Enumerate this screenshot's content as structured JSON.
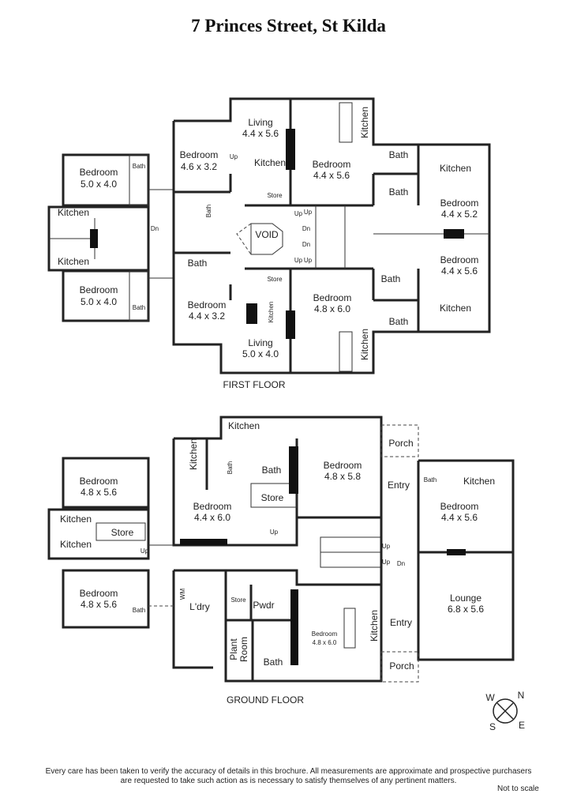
{
  "title": "7 Princes Street, St Kilda",
  "first_floor": {
    "label": "FIRST FLOOR",
    "rooms": [
      {
        "name": "Bedroom",
        "size": "5.0 x 4.0"
      },
      {
        "name": "Bath"
      },
      {
        "name": "Kitchen"
      },
      {
        "name": "Kitchen"
      },
      {
        "name": "Bedroom",
        "size": "5.0 x 4.0"
      },
      {
        "name": "Bath"
      },
      {
        "name": "Bedroom",
        "size": "4.6 x 3.2"
      },
      {
        "name": "Living",
        "size": "4.4 x 5.6"
      },
      {
        "name": "Kitchen"
      },
      {
        "name": "Store"
      },
      {
        "name": "Bath"
      },
      {
        "name": "Bedroom",
        "size": "4.4 x 5.6"
      },
      {
        "name": "Kitchen"
      },
      {
        "name": "Bath"
      },
      {
        "name": "Bath"
      },
      {
        "name": "Kitchen"
      },
      {
        "name": "Bedroom",
        "size": "4.4 x 5.2"
      },
      {
        "name": "VOID"
      },
      {
        "name": "Bedroom",
        "size": "4.4 x 5.6"
      },
      {
        "name": "Bath"
      },
      {
        "name": "Store"
      },
      {
        "name": "Bedroom",
        "size": "4.8 x 6.0"
      },
      {
        "name": "Bedroom",
        "size": "4.4 x 3.2"
      },
      {
        "name": "Kitchen"
      },
      {
        "name": "Living",
        "size": "5.0 x 4.0"
      },
      {
        "name": "Kitchen"
      },
      {
        "name": "Bath"
      },
      {
        "name": "Bath"
      },
      {
        "name": "Kitchen"
      }
    ],
    "stairs": [
      "Dn",
      "Up",
      "Up",
      "Up",
      "Dn",
      "Dn",
      "Up",
      "Up"
    ]
  },
  "ground_floor": {
    "label": "GROUND FLOOR",
    "rooms": [
      {
        "name": "Kitchen"
      },
      {
        "name": "Porch"
      },
      {
        "name": "Bedroom",
        "size": "4.8 x 5.8"
      },
      {
        "name": "Kitchen"
      },
      {
        "name": "Bath"
      },
      {
        "name": "Bath"
      },
      {
        "name": "Bedroom",
        "size": "4.8 x 5.6"
      },
      {
        "name": "Entry"
      },
      {
        "name": "Bath"
      },
      {
        "name": "Kitchen"
      },
      {
        "name": "Store"
      },
      {
        "name": "Bedroom",
        "size": "4.4 x 6.0"
      },
      {
        "name": "Bedroom",
        "size": "4.4 x 5.6"
      },
      {
        "name": "Kitchen"
      },
      {
        "name": "Store"
      },
      {
        "name": "Kitchen"
      },
      {
        "name": "Bedroom",
        "size": "4.8 x 5.6"
      },
      {
        "name": "Bath"
      },
      {
        "name": "WM"
      },
      {
        "name": "L'dry"
      },
      {
        "name": "Store"
      },
      {
        "name": "Pwdr"
      },
      {
        "name": "Bedroom",
        "size": "4.8 x 6.0"
      },
      {
        "name": "Kitchen"
      },
      {
        "name": "Entry"
      },
      {
        "name": "Lounge",
        "size": "6.8 x 5.6"
      },
      {
        "name": "Plant",
        "size": "Room"
      },
      {
        "name": "Bath"
      },
      {
        "name": "Porch"
      }
    ],
    "stairs": [
      "Up",
      "Up",
      "Up",
      "Up",
      "Dn"
    ]
  },
  "compass": {
    "w": "W",
    "n": "N",
    "s": "S",
    "e": "E"
  },
  "disclaimer": {
    "line1": "Every care has been taken to verify the accuracy of details in this brochure.  All measurements are approximate and prospective purchasers",
    "line2": "are requested to take such action as is necessary to satisfy themselves of any pertinent matters.",
    "scale": "Not to scale"
  }
}
